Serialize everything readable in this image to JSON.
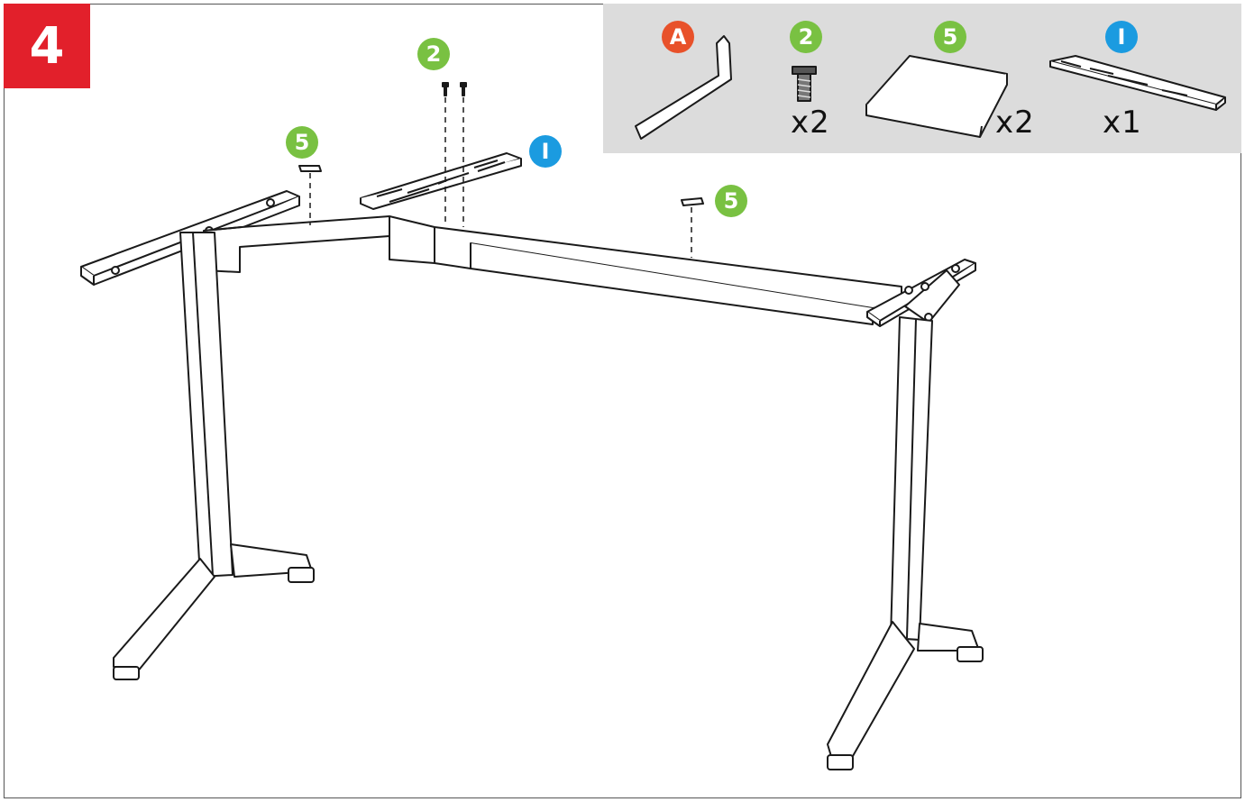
{
  "step": {
    "number": "4"
  },
  "colors": {
    "step_badge": "#e2202b",
    "panel_bg": "#dcdcdc",
    "callout_red": "#e8512a",
    "callout_green": "#79c142",
    "callout_blue": "#1b9be0",
    "line": "#1a1a1a"
  },
  "parts_panel": {
    "items": [
      {
        "callout": "A",
        "quantity": "",
        "icon": "allen-key-icon"
      },
      {
        "callout": "2",
        "quantity": "x2",
        "icon": "screw-icon"
      },
      {
        "callout": "5",
        "quantity": "x2",
        "icon": "pad-icon"
      },
      {
        "callout": "I",
        "quantity": "x1",
        "icon": "bracket-plate-icon"
      }
    ]
  },
  "diagram_callouts": [
    {
      "label": "5",
      "part": "pad"
    },
    {
      "label": "2",
      "part": "screw"
    },
    {
      "label": "I",
      "part": "bracket-plate"
    },
    {
      "label": "5",
      "part": "pad"
    }
  ]
}
